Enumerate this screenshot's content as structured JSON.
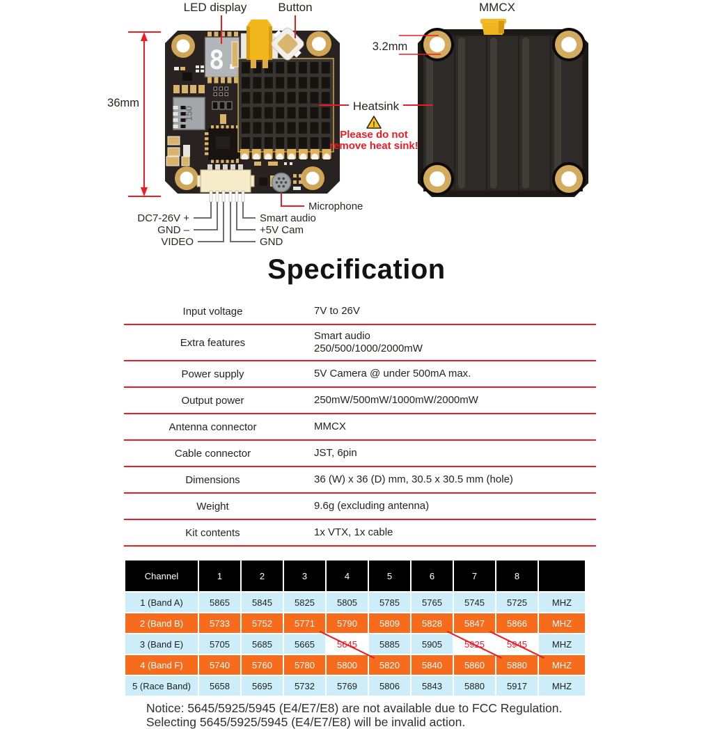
{
  "diagram": {
    "labels": {
      "led_display": "LED display",
      "button": "Button",
      "mmcx": "MMCX",
      "hole_diameter": "3.2mm",
      "board_height": "36mm",
      "heatsink": "Heatsink",
      "warning_mark": "!",
      "warning_line1": "Please do not",
      "warning_line2": "remove heat sink!",
      "microphone": "Microphone",
      "led_digit": "8.",
      "inductor_marking": "150"
    },
    "pins": {
      "power": "DC7-26V +",
      "gnd_left": "GND –",
      "video": "VIDEO",
      "smart_audio": "Smart audio",
      "cam_5v": "+5V  Cam",
      "gnd_right": "GND"
    },
    "colors": {
      "accent_red": "#ed1c24",
      "pcb_black": "#282220",
      "pad_gold": "#d9b36a",
      "connector_yellow": "#f3b71e",
      "jst_cream": "#f7ecca"
    }
  },
  "spec": {
    "title": "Specification",
    "rows": [
      {
        "label": "Input voltage",
        "value": "7V to 26V"
      },
      {
        "label": "Extra features",
        "value": "Smart audio",
        "value_line2": "250/500/1000/2000mW"
      },
      {
        "label": "Power supply",
        "value": "5V Camera @ under  500mA max."
      },
      {
        "label": "Output power",
        "value": "250mW/500mW/1000mW/2000mW"
      },
      {
        "label": "Antenna connector",
        "value": "MMCX"
      },
      {
        "label": "Cable connector",
        "value": "JST, 6pin"
      },
      {
        "label": "Dimensions",
        "value": "36 (W) x 36 (D) mm, 30.5 x 30.5 mm (hole)"
      },
      {
        "label": "Weight",
        "value": "9.6g (excluding antenna)"
      },
      {
        "label": "Kit contents",
        "value": "1x VTX, 1x cable"
      }
    ]
  },
  "channel_table": {
    "header": [
      "Channel",
      "1",
      "2",
      "3",
      "4",
      "5",
      "6",
      "7",
      "8",
      ""
    ],
    "rows": [
      {
        "band": "1 (Band A)",
        "values": [
          "5865",
          "5845",
          "5825",
          "5805",
          "5785",
          "5765",
          "5745",
          "5725"
        ],
        "unit": "MHZ",
        "style": "blue",
        "crossed": []
      },
      {
        "band": "2 (Band B)",
        "values": [
          "5733",
          "5752",
          "5771",
          "5790",
          "5809",
          "5828",
          "5847",
          "5866"
        ],
        "unit": "MHZ",
        "style": "orange",
        "crossed": []
      },
      {
        "band": "3 (Band E)",
        "values": [
          "5705",
          "5685",
          "5665",
          "5645",
          "5885",
          "5905",
          "5925",
          "5945"
        ],
        "unit": "MHZ",
        "style": "blue",
        "crossed": [
          3,
          6,
          7
        ]
      },
      {
        "band": "4 (Band F)",
        "values": [
          "5740",
          "5760",
          "5780",
          "5800",
          "5820",
          "5840",
          "5860",
          "5880"
        ],
        "unit": "MHZ",
        "style": "orange",
        "crossed": []
      },
      {
        "band": "5 (Race Band)",
        "values": [
          "5658",
          "5695",
          "5732",
          "5769",
          "5806",
          "5843",
          "5880",
          "5917"
        ],
        "unit": "MHZ",
        "style": "blue",
        "crossed": []
      }
    ],
    "band_colors": {
      "blue": "#cdeef8",
      "orange": "#f76b1c",
      "header": "#000000",
      "crossed_text": "#ed1c24"
    }
  },
  "notice": {
    "line1": "Notice: 5645/5925/5945 (E4/E7/E8) are not available due to FCC Regulation.",
    "line2": "Selecting 5645/5925/5945 (E4/E7/E8) will be invalid action."
  }
}
